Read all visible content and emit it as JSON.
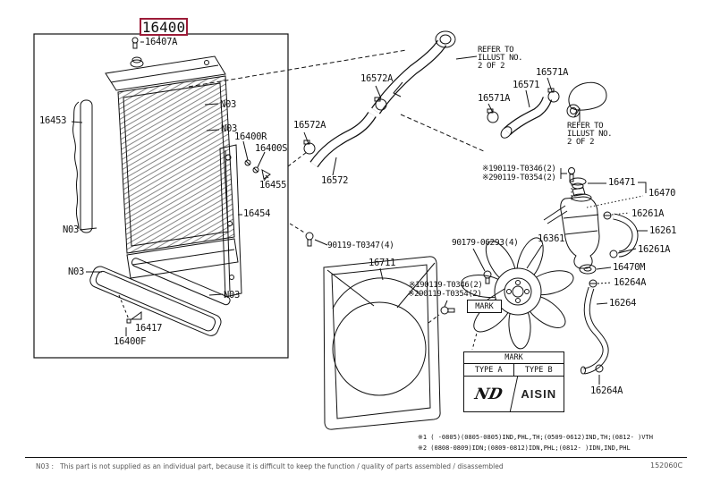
{
  "assembly": {
    "code": "16400"
  },
  "colors": {
    "highlight": "#9c1c38",
    "line": "#111111"
  },
  "parts": {
    "16407A": "16407A",
    "16453": "16453",
    "16400R": "16400R",
    "16400S": "16400S",
    "16455": "16455",
    "16454": "16454",
    "16417": "16417",
    "16400F": "16400F",
    "16572A": "16572A",
    "16572": "16572",
    "16571A": "16571A",
    "16571": "16571",
    "16711": "16711",
    "16361": "16361",
    "16471": "16471",
    "16470": "16470",
    "16261A": "16261A",
    "16261": "16261",
    "16470M": "16470M",
    "16264A": "16264A",
    "16264": "16264",
    "90119T0347": "90119-T0347(4)",
    "9017906293": "90179-06293(4)"
  },
  "shared": {
    "n03": "N03"
  },
  "notes": {
    "refer": {
      "l1": "REFER TO",
      "l2": "ILLUST NO.",
      "l3": "2 OF 2"
    },
    "sub1": "※190119-T0346(2)",
    "sub2": "※290119-T0354(2)",
    "mark": "MARK",
    "foot1": "※1 (    -0805)(0805-0805)IND,PHL,TH;(0509-0612)IND,TH;(0812-    )VTH",
    "foot2": "※2 (0808-0809)IDN;(0809-0812)IDN,PHL;(0812-    )IDN,IND,PHL"
  },
  "mark_table": {
    "header": "MARK",
    "type_a": "TYPE A",
    "type_b": "TYPE B",
    "logo_a": "ND",
    "logo_b": "AISIN"
  },
  "footer": {
    "prefix": "N03 :",
    "note": "This part is not supplied as an individual part, because it is difficult to keep the function / quality of parts assembled / disassembled",
    "code": "152060C"
  }
}
